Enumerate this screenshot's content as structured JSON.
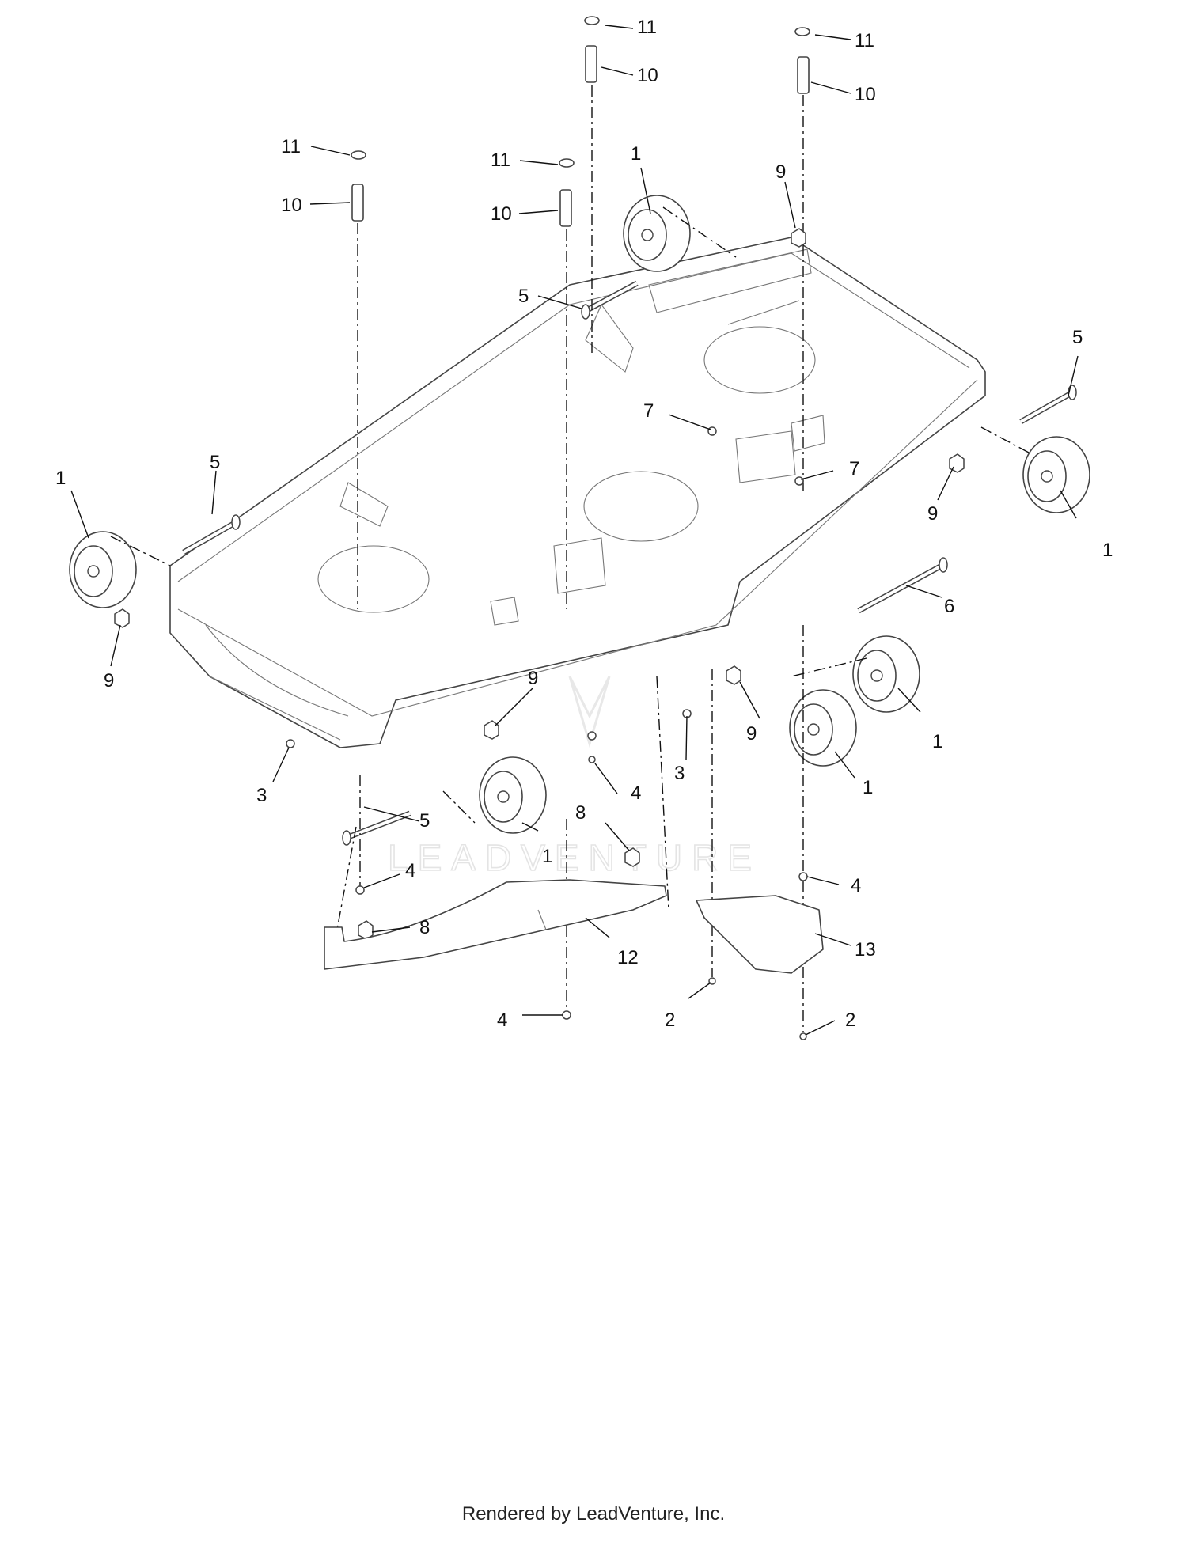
{
  "diagram": {
    "callouts": [
      {
        "id": "c11a",
        "label": "11"
      },
      {
        "id": "c10a",
        "label": "10"
      },
      {
        "id": "c11b",
        "label": "11"
      },
      {
        "id": "c10b",
        "label": "10"
      },
      {
        "id": "c11c",
        "label": "11"
      },
      {
        "id": "c10c",
        "label": "10"
      },
      {
        "id": "c11d",
        "label": "11"
      },
      {
        "id": "c10d",
        "label": "10"
      },
      {
        "id": "c1a",
        "label": "1"
      },
      {
        "id": "c9a",
        "label": "9"
      },
      {
        "id": "c5a",
        "label": "5"
      },
      {
        "id": "c5b",
        "label": "5"
      },
      {
        "id": "c7a",
        "label": "7"
      },
      {
        "id": "c7b",
        "label": "7"
      },
      {
        "id": "c1b",
        "label": "1"
      },
      {
        "id": "c5c",
        "label": "5"
      },
      {
        "id": "c9b",
        "label": "9"
      },
      {
        "id": "c1c",
        "label": "1"
      },
      {
        "id": "c9c",
        "label": "9"
      },
      {
        "id": "c6",
        "label": "6"
      },
      {
        "id": "c9d",
        "label": "9"
      },
      {
        "id": "c9e",
        "label": "9"
      },
      {
        "id": "c1d",
        "label": "1"
      },
      {
        "id": "c1e",
        "label": "1"
      },
      {
        "id": "c3a",
        "label": "3"
      },
      {
        "id": "c3b",
        "label": "3"
      },
      {
        "id": "c4a",
        "label": "4"
      },
      {
        "id": "c5d",
        "label": "5"
      },
      {
        "id": "c8a",
        "label": "8"
      },
      {
        "id": "c1f",
        "label": "1"
      },
      {
        "id": "c4b",
        "label": "4"
      },
      {
        "id": "c4c",
        "label": "4"
      },
      {
        "id": "c8b",
        "label": "8"
      },
      {
        "id": "c12",
        "label": "12"
      },
      {
        "id": "c13",
        "label": "13"
      },
      {
        "id": "c4d",
        "label": "4"
      },
      {
        "id": "c2a",
        "label": "2"
      },
      {
        "id": "c2b",
        "label": "2"
      }
    ]
  },
  "watermark": "LEADVENTURE",
  "footer": {
    "text": "Rendered by LeadVenture, Inc."
  }
}
